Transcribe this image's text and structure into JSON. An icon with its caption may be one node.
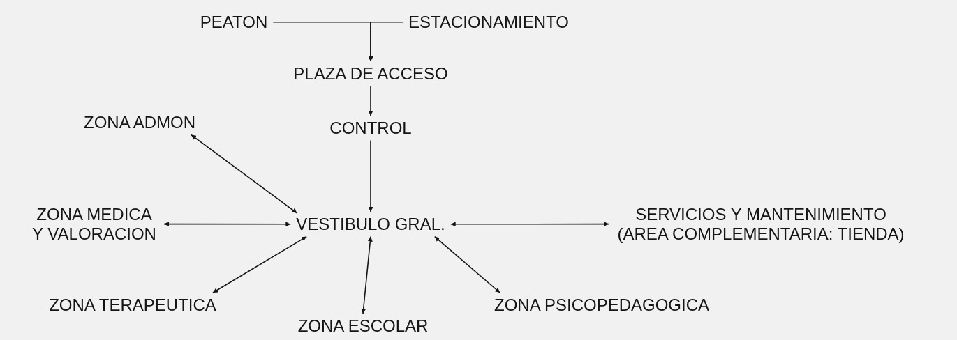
{
  "diagram": {
    "nodes": [
      {
        "text": [
          "PEATON"
        ]
      },
      {
        "text": [
          "ESTACIONAMIENTO"
        ]
      },
      {
        "text": [
          "PLAZA DE ACCESO"
        ]
      },
      {
        "text": [
          "ZONA ADMON"
        ]
      },
      {
        "text": [
          "CONTROL"
        ]
      },
      {
        "text": [
          "ZONA MEDICA Y VALORACION"
        ]
      },
      {
        "text": [
          "VESTIBULO GRAL."
        ]
      },
      {
        "text": [
          "SERVICIOS Y MANTENIMIENTO (AREA COMPLEMENTARIA: TIENDA)"
        ]
      },
      {
        "text": [
          "ZONA TERAPEUTICA"
        ]
      },
      {
        "text": [
          "ZONA PSICOPEDAGOGICA"
        ]
      },
      {
        "text": [
          "ZONA ESCOLAR"
        ]
      }
    ],
    "edges": [
      {
        "from": 0,
        "to": 2,
        "arrow": "to"
      },
      {
        "from": 1,
        "to": 2,
        "arrow": "to"
      },
      {
        "from": 2,
        "to": 4,
        "arrow": "to"
      },
      {
        "from": 3,
        "to": 6,
        "arrow": "both"
      },
      {
        "from": 4,
        "to": 6,
        "arrow": "to"
      },
      {
        "from": 5,
        "to": 6,
        "arrow": "both"
      },
      {
        "from": 6,
        "to": 7,
        "arrow": "both"
      },
      {
        "from": 8,
        "to": 6,
        "arrow": "both"
      },
      {
        "from": 10,
        "to": 6,
        "arrow": "both"
      },
      {
        "from": 9,
        "to": 6,
        "arrow": "both"
      }
    ]
  }
}
